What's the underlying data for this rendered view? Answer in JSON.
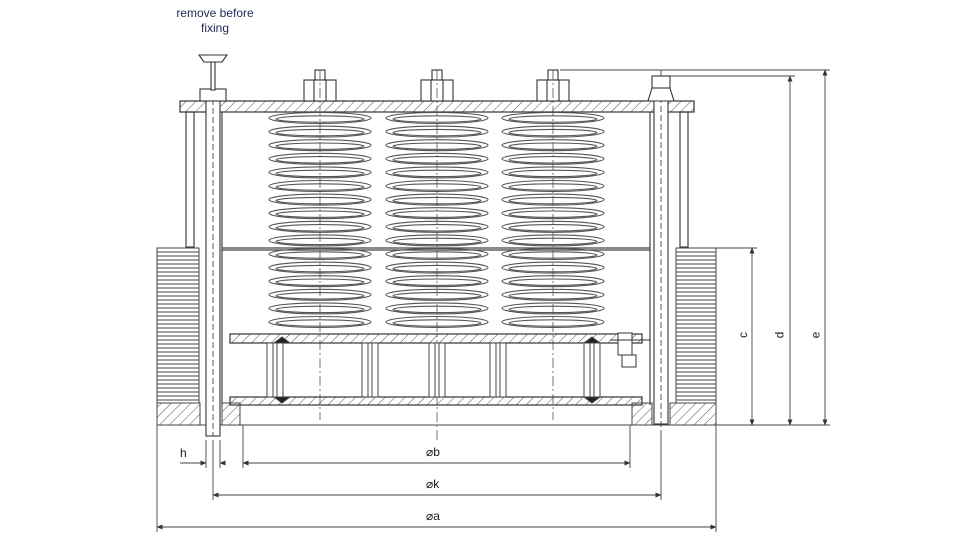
{
  "note": {
    "line1": "remove before",
    "line2": "fixing"
  },
  "dimensions": {
    "h": "h",
    "b": "⌀b",
    "k": "⌀k",
    "a": "⌀a",
    "c": "c",
    "d": "d",
    "e": "e"
  },
  "colors": {
    "line": "#3a3a3a",
    "spring": "#555555",
    "dim": "#444444"
  }
}
